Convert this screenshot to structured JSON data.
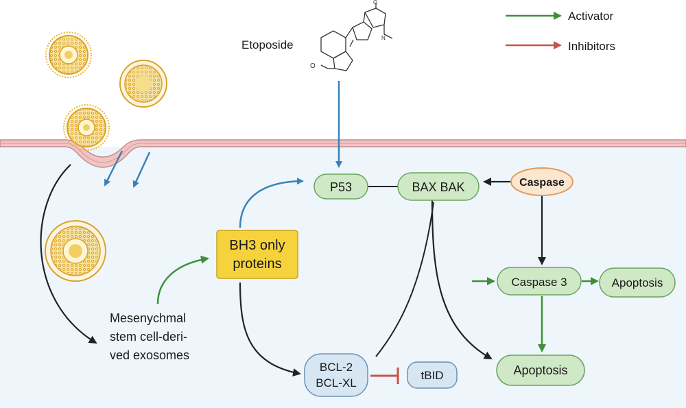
{
  "legend": {
    "activator_label": "Activator",
    "inhibitor_label": "Inhibitors",
    "activator_color": "#3f8f3a",
    "inhibitor_color": "#c8524a"
  },
  "drug": {
    "label": "Etoposide"
  },
  "exosome_label": {
    "lines": [
      "Mesenychmal",
      "stem cell-deri-",
      "ved exosomes"
    ]
  },
  "nodes": {
    "p53": "P53",
    "bax_bak": "BAX BAK",
    "caspase": "Caspase",
    "bh3": {
      "lines": [
        "BH3 only",
        "proteins"
      ]
    },
    "caspase3": "Caspase 3",
    "apoptosis_right": "Apoptosis",
    "apoptosis_bottom": "Apoptosis",
    "bcl": {
      "lines": [
        "BCL-2",
        "BCL-XL"
      ]
    },
    "tbid": "tBID"
  },
  "colors": {
    "membrane": "#e8b4b4",
    "cytoplasm": "#eef6fb",
    "green_node_fill": "#cfe8c6",
    "green_node_stroke": "#6aa35e",
    "blue_node_fill": "#d6e6f3",
    "blue_node_stroke": "#6e8fb5",
    "bh3_fill": "#f6d33c",
    "bh3_stroke": "#c9a21b",
    "caspase_fill": "#fbe6d0",
    "caspase_stroke": "#e39a5a",
    "arrow_blue": "#3b82b6",
    "arrow_black": "#222222",
    "exosome": "#e8b730"
  }
}
